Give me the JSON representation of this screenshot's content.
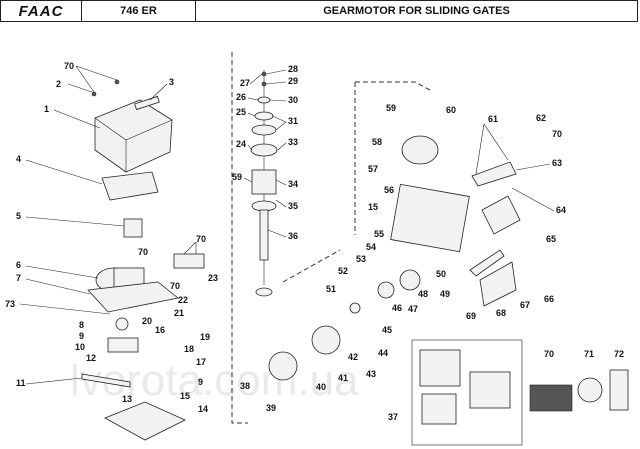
{
  "header": {
    "logo": "FAAC",
    "model": "746 ER",
    "title": "GEARMOTOR FOR SLIDING GATES"
  },
  "watermark": "lvorota.com.ua",
  "labels": {
    "n1": "1",
    "n2": "2",
    "n3": "3",
    "n4": "4",
    "n5": "5",
    "n6": "6",
    "n7": "7",
    "n8": "8",
    "n9": "9",
    "n10": "10",
    "n11": "11",
    "n12": "12",
    "n13": "13",
    "n14": "14",
    "n15": "15",
    "n16": "16",
    "n17": "17",
    "n18": "18",
    "n19": "19",
    "n20": "20",
    "n21": "21",
    "n22": "22",
    "n23": "23",
    "n24": "24",
    "n25": "25",
    "n26": "26",
    "n27": "27",
    "n28": "28",
    "n29": "29",
    "n30": "30",
    "n31": "31",
    "n33": "33",
    "n34": "34",
    "n35": "35",
    "n36": "36",
    "n37": "37",
    "n38": "38",
    "n39": "39",
    "n40": "40",
    "n41": "41",
    "n42": "42",
    "n43": "43",
    "n44": "44",
    "n45": "45",
    "n46": "46",
    "n47": "47",
    "n48": "48",
    "n49": "49",
    "n50": "50",
    "n51": "51",
    "n52": "52",
    "n53": "53",
    "n54": "54",
    "n55": "55",
    "n56": "56",
    "n57": "57",
    "n58": "58",
    "n59": "59",
    "n60": "60",
    "n61": "61",
    "n62": "62",
    "n63": "63",
    "n64": "64",
    "n65": "65",
    "n66": "66",
    "n67": "67",
    "n68": "68",
    "n69": "69",
    "n70": "70",
    "n71": "71",
    "n72": "72",
    "n73": "73"
  }
}
